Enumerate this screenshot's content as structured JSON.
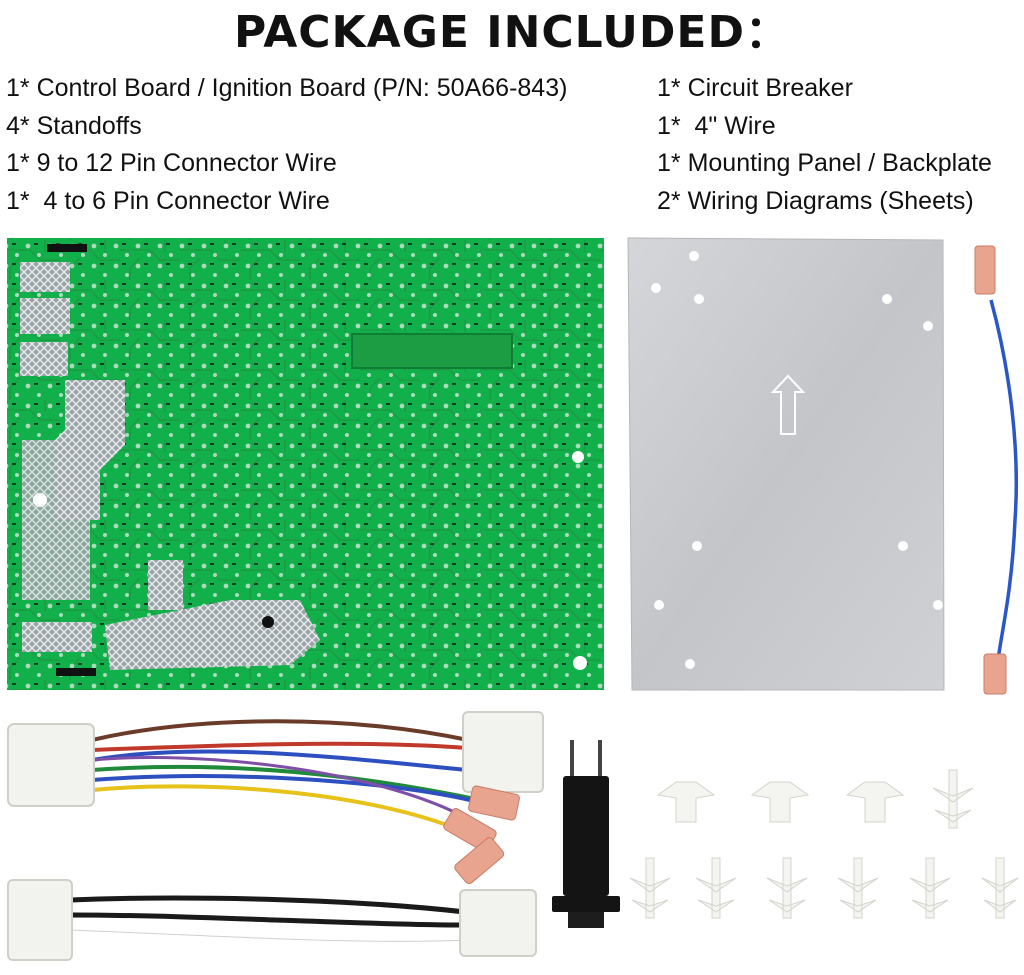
{
  "header": {
    "title": "PACKAGE INCLUDED："
  },
  "contents_left": [
    "1* Control Board / Ignition Board (P/N: 50A66-843)",
    "4* Standoffs",
    "1* 9 to 12 Pin Connector Wire",
    "1*  4 to 6 Pin Connector Wire"
  ],
  "contents_right": [
    "1* Circuit Breaker",
    "1*  4\" Wire",
    "1* Mounting Panel / Backplate",
    "2* Wiring Diagrams (Sheets)"
  ],
  "colors": {
    "board_green": "#12b04a",
    "trace_green": "#1c9c43",
    "panel_silver": "#c9cbcf",
    "wire_blue": "#2a56c8",
    "terminal_pink": "#e8a48e"
  },
  "icons": [
    "control-board-image",
    "mounting-panel-image",
    "short-wire-image",
    "wire-harness-image",
    "circuit-breaker-image",
    "standoff-icon"
  ]
}
